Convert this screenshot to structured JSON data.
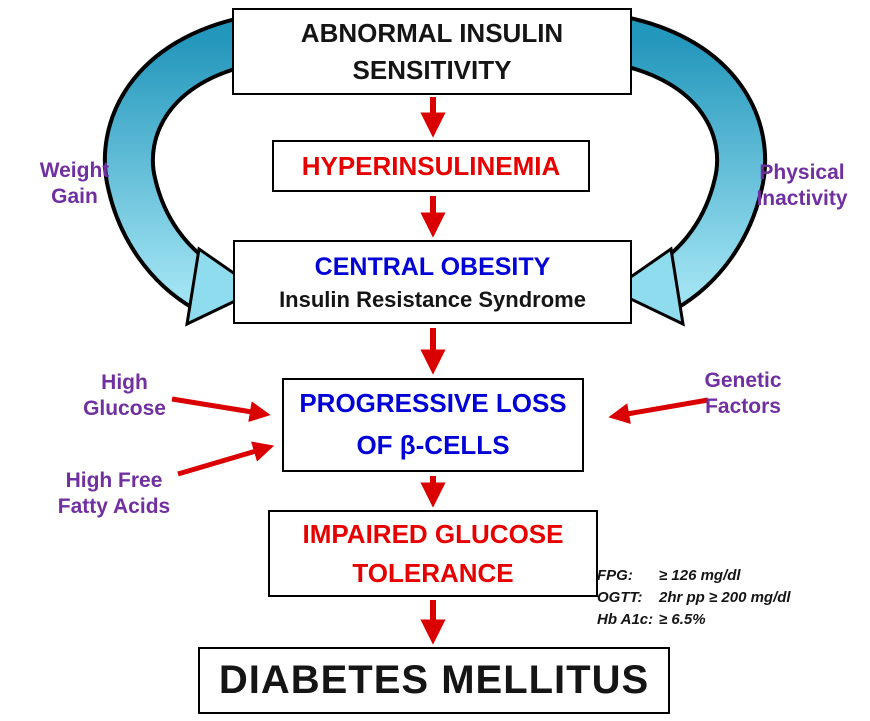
{
  "nodes": {
    "abnormal": {
      "line1": "ABNORMAL INSULIN",
      "line2": "SENSITIVITY"
    },
    "hyper": {
      "label": "HYPERINSULINEMIA"
    },
    "central": {
      "title": "CENTRAL OBESITY",
      "subtitle": "Insulin Resistance Syndrome"
    },
    "progressive": {
      "line1": "PROGRESSIVE LOSS",
      "line2": "OF β-CELLS"
    },
    "impaired": {
      "line1": "IMPAIRED GLUCOSE",
      "line2": "TOLERANCE"
    },
    "diabetes": {
      "label": "DIABETES MELLITUS"
    }
  },
  "side_labels": {
    "weight_gain": {
      "line1": "Weight",
      "line2": "Gain"
    },
    "physical_inactivity": {
      "line1": "Physical",
      "line2": "Inactivity"
    },
    "high_glucose": {
      "line1": "High",
      "line2": "Glucose"
    },
    "high_free_fatty_acids": {
      "line1": "High Free",
      "line2": "Fatty Acids"
    },
    "genetic_factors": {
      "line1": "Genetic",
      "line2": "Factors"
    }
  },
  "criteria": {
    "rows": [
      {
        "label": "FPG:",
        "value": "≥ 126 mg/dl"
      },
      {
        "label": "OGTT:",
        "value": "2hr pp ≥ 200 mg/dl"
      },
      {
        "label": "Hb A1c:",
        "value": "≥ 6.5%"
      }
    ]
  },
  "colors": {
    "text_red": "#E60000",
    "text_blue": "#0202D6",
    "text_purple": "#7030A0",
    "arrow_red": "#DB0000",
    "curve_cyan_dark": "#2497BC",
    "curve_cyan_light": "#9FE2F2",
    "box_border": "#000000"
  }
}
